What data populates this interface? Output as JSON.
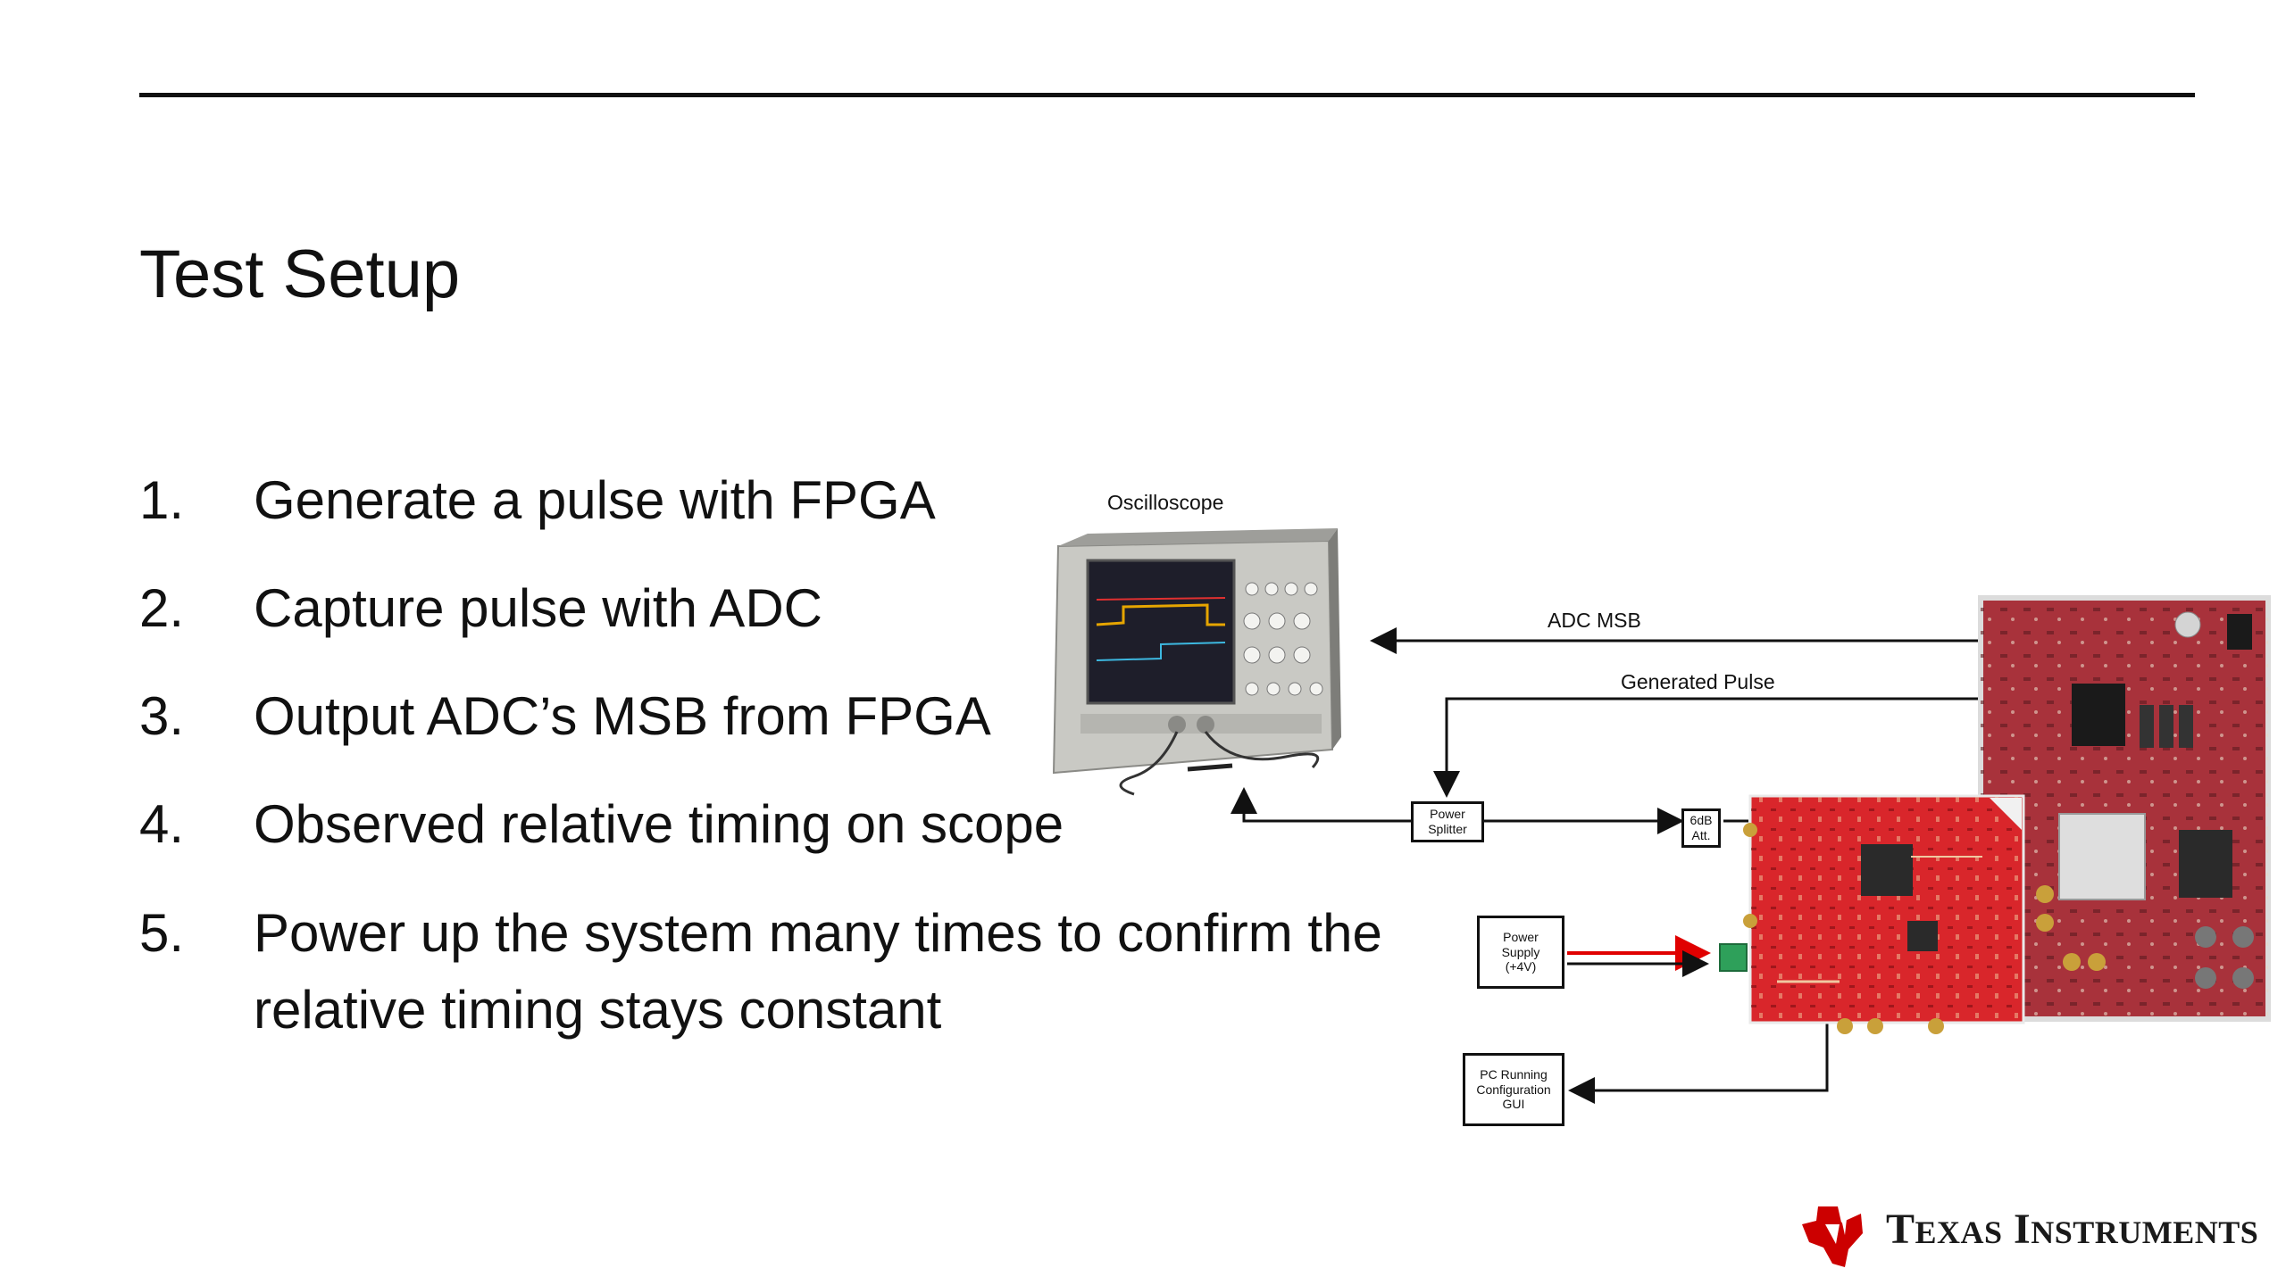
{
  "slide": {
    "title": "Test Setup",
    "steps": [
      {
        "number": "1.",
        "text": "Generate a pulse with FPGA"
      },
      {
        "number": "2.",
        "text": "Capture pulse with ADC"
      },
      {
        "number": "3.",
        "text": "Output ADC’s MSB from FPGA"
      },
      {
        "number": "4.",
        "text": "Observed relative timing on scope"
      },
      {
        "number": "5.",
        "text": "Power up the system many times to confirm the relative timing stays constant"
      }
    ]
  },
  "diagram": {
    "oscilloscope_label": "Oscilloscope",
    "adc_msb_label": "ADC MSB",
    "generated_pulse_label": "Generated Pulse",
    "power_splitter_label": "Power\nSplitter",
    "attenuator_label": "6dB\nAtt.",
    "power_supply_label": "Power\nSupply\n(+4V)",
    "pc_gui_label": "PC Running\nConfiguration\nGUI"
  },
  "footer": {
    "logo_text_1_initial": "T",
    "logo_text_1_rest": "EXAS",
    "logo_text_2_initial": "I",
    "logo_text_2_rest": "NSTRUMENTS"
  },
  "colors": {
    "ti_red": "#cc0000",
    "board_red": "#d9262b",
    "fpga_board": "#a8323b",
    "scope_screen": "#1e1e2a"
  }
}
